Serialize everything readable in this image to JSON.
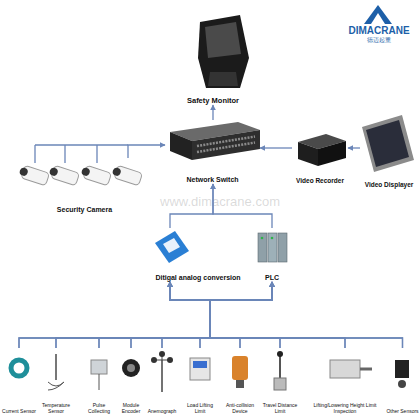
{
  "diagram": {
    "nodes": [
      {
        "text": [
          "Safety Monitor"
        ]
      },
      {
        "text": [
          "Security Camera"
        ]
      },
      {
        "text": [
          "Network Switch"
        ]
      },
      {
        "text": [
          "Video Recorder"
        ]
      },
      {
        "text": [
          "Video Displayer"
        ]
      },
      {
        "text": [
          "Ditigal analog conversion"
        ]
      },
      {
        "text": [
          "PLC"
        ]
      },
      {
        "text": [
          "Current Sensor"
        ]
      },
      {
        "text": [
          "Temperature Sensor"
        ]
      },
      {
        "text": [
          "Pulse Collecting"
        ]
      },
      {
        "text": [
          "Module Encoder"
        ]
      },
      {
        "text": [
          "Anemograph"
        ]
      },
      {
        "text": [
          "Load Lifting Limit"
        ]
      },
      {
        "text": [
          "Anti-collision Device"
        ]
      },
      {
        "text": [
          "Travel Distance Limit"
        ]
      },
      {
        "text": [
          "Lifting/Lowering Height Limit Inspection"
        ]
      },
      {
        "text": [
          "Other Sensors"
        ]
      }
    ],
    "edges": [
      {
        "from": 2,
        "to": 0,
        "arrow": "to"
      },
      {
        "from": 1,
        "to": 2,
        "arrow": "to"
      },
      {
        "from": 3,
        "to": 2,
        "arrow": "to"
      },
      {
        "from": 4,
        "to": 3,
        "arrow": "to"
      },
      {
        "from": 5,
        "to": 2,
        "arrow": "to"
      },
      {
        "from": 6,
        "to": 2,
        "arrow": "to"
      },
      {
        "from": 7,
        "to": 5,
        "arrow": "to"
      },
      {
        "from": 7,
        "to": 6,
        "arrow": "to"
      },
      {
        "from": 8,
        "to": 5,
        "arrow": "to"
      },
      {
        "from": 8,
        "to": 6,
        "arrow": "to"
      },
      {
        "from": 9,
        "to": 5,
        "arrow": "to"
      },
      {
        "from": 9,
        "to": 6,
        "arrow": "to"
      },
      {
        "from": 10,
        "to": 5,
        "arrow": "to"
      },
      {
        "from": 10,
        "to": 6,
        "arrow": "to"
      },
      {
        "from": 11,
        "to": 5,
        "arrow": "to"
      },
      {
        "from": 11,
        "to": 6,
        "arrow": "to"
      },
      {
        "from": 12,
        "to": 5,
        "arrow": "to"
      },
      {
        "from": 12,
        "to": 6,
        "arrow": "to"
      },
      {
        "from": 13,
        "to": 5,
        "arrow": "to"
      },
      {
        "from": 13,
        "to": 6,
        "arrow": "to"
      },
      {
        "from": 14,
        "to": 5,
        "arrow": "to"
      },
      {
        "from": 14,
        "to": 6,
        "arrow": "to"
      },
      {
        "from": 15,
        "to": 5,
        "arrow": "to"
      },
      {
        "from": 15,
        "to": 6,
        "arrow": "to"
      },
      {
        "from": 16,
        "to": 5,
        "arrow": "to"
      },
      {
        "from": 16,
        "to": 6,
        "arrow": "to"
      }
    ],
    "labels": [
      "DIMACRANE",
      "德迈起重",
      "www.dimacrane.com"
    ]
  }
}
